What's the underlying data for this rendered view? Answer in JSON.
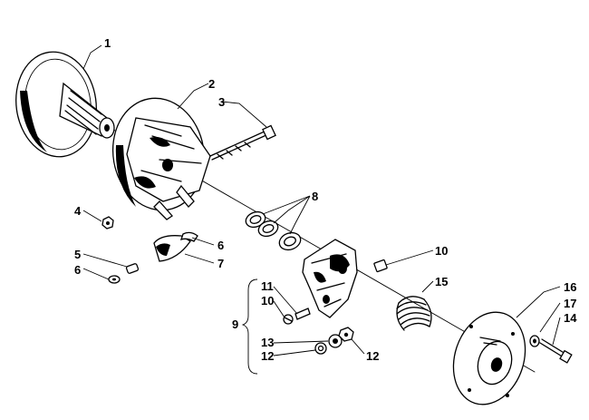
{
  "diagram": {
    "callouts": [
      {
        "id": "c1",
        "label": "1"
      },
      {
        "id": "c2",
        "label": "2"
      },
      {
        "id": "c3",
        "label": "3"
      },
      {
        "id": "c4",
        "label": "4"
      },
      {
        "id": "c5",
        "label": "5"
      },
      {
        "id": "c6a",
        "label": "6"
      },
      {
        "id": "c6b",
        "label": "6"
      },
      {
        "id": "c7",
        "label": "7"
      },
      {
        "id": "c8",
        "label": "8"
      },
      {
        "id": "c9",
        "label": "9"
      },
      {
        "id": "c10a",
        "label": "10"
      },
      {
        "id": "c10b",
        "label": "10"
      },
      {
        "id": "c11",
        "label": "11"
      },
      {
        "id": "c12a",
        "label": "12"
      },
      {
        "id": "c12b",
        "label": "12"
      },
      {
        "id": "c13",
        "label": "13"
      },
      {
        "id": "c14",
        "label": "14"
      },
      {
        "id": "c15",
        "label": "15"
      },
      {
        "id": "c16",
        "label": "16"
      },
      {
        "id": "c17",
        "label": "17"
      }
    ],
    "colors": {
      "ink": "#000000",
      "paper": "#ffffff"
    }
  }
}
